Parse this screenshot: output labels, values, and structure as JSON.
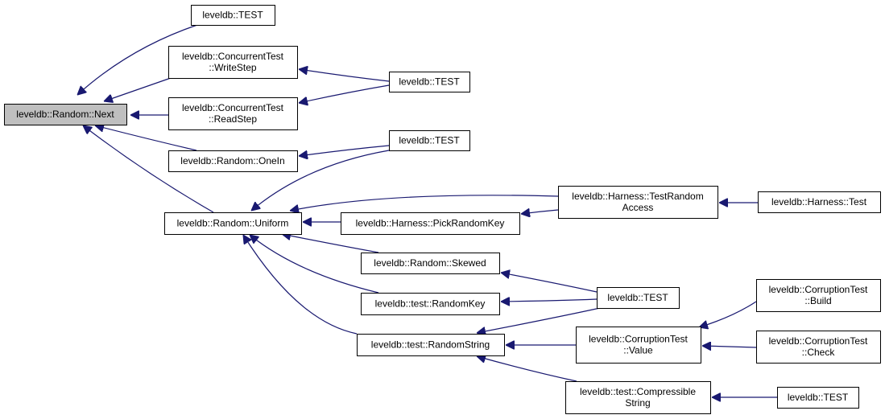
{
  "diagram": {
    "nodes": [
      {
        "id": "next",
        "lines": [
          "leveldb::Random::Next"
        ],
        "root": true
      },
      {
        "id": "test_top",
        "lines": [
          "leveldb::TEST"
        ]
      },
      {
        "id": "writestep",
        "lines": [
          "leveldb::ConcurrentTest",
          "::WriteStep"
        ]
      },
      {
        "id": "readstep",
        "lines": [
          "leveldb::ConcurrentTest",
          "::ReadStep"
        ]
      },
      {
        "id": "test_cc",
        "lines": [
          "leveldb::TEST"
        ]
      },
      {
        "id": "onein",
        "lines": [
          "leveldb::Random::OneIn"
        ]
      },
      {
        "id": "test_onein",
        "lines": [
          "leveldb::TEST"
        ]
      },
      {
        "id": "uniform",
        "lines": [
          "leveldb::Random::Uniform"
        ]
      },
      {
        "id": "trandom",
        "lines": [
          "leveldb::Harness::TestRandom",
          "Access"
        ]
      },
      {
        "id": "htest",
        "lines": [
          "leveldb::Harness::Test"
        ]
      },
      {
        "id": "pickkey",
        "lines": [
          "leveldb::Harness::PickRandomKey"
        ]
      },
      {
        "id": "skewed",
        "lines": [
          "leveldb::Random::Skewed"
        ]
      },
      {
        "id": "test_mid",
        "lines": [
          "leveldb::TEST"
        ]
      },
      {
        "id": "randkey",
        "lines": [
          "leveldb::test::RandomKey"
        ]
      },
      {
        "id": "randstr",
        "lines": [
          "leveldb::test::RandomString"
        ]
      },
      {
        "id": "ctvalue",
        "lines": [
          "leveldb::CorruptionTest",
          "::Value"
        ]
      },
      {
        "id": "ctbuild",
        "lines": [
          "leveldb::CorruptionTest",
          "::Build"
        ]
      },
      {
        "id": "ctcheck",
        "lines": [
          "leveldb::CorruptionTest",
          "::Check"
        ]
      },
      {
        "id": "compstr",
        "lines": [
          "leveldb::test::Compressible",
          "String"
        ]
      },
      {
        "id": "test_bot",
        "lines": [
          "leveldb::TEST"
        ]
      }
    ],
    "edges": [
      {
        "from": "test_top",
        "to": "next"
      },
      {
        "from": "writestep",
        "to": "next"
      },
      {
        "from": "readstep",
        "to": "next"
      },
      {
        "from": "onein",
        "to": "next"
      },
      {
        "from": "uniform",
        "to": "next"
      },
      {
        "from": "test_cc",
        "to": "writestep"
      },
      {
        "from": "test_cc",
        "to": "readstep"
      },
      {
        "from": "test_onein",
        "to": "onein"
      },
      {
        "from": "test_onein",
        "to": "uniform"
      },
      {
        "from": "trandom",
        "to": "uniform"
      },
      {
        "from": "pickkey",
        "to": "uniform"
      },
      {
        "from": "skewed",
        "to": "uniform"
      },
      {
        "from": "randkey",
        "to": "uniform"
      },
      {
        "from": "randstr",
        "to": "uniform"
      },
      {
        "from": "htest",
        "to": "trandom"
      },
      {
        "from": "trandom",
        "to": "pickkey"
      },
      {
        "from": "test_mid",
        "to": "skewed"
      },
      {
        "from": "test_mid",
        "to": "randkey"
      },
      {
        "from": "test_mid",
        "to": "randstr"
      },
      {
        "from": "ctvalue",
        "to": "randstr"
      },
      {
        "from": "compstr",
        "to": "randstr"
      },
      {
        "from": "ctbuild",
        "to": "ctvalue"
      },
      {
        "from": "ctcheck",
        "to": "ctvalue"
      },
      {
        "from": "test_bot",
        "to": "compstr"
      }
    ]
  }
}
